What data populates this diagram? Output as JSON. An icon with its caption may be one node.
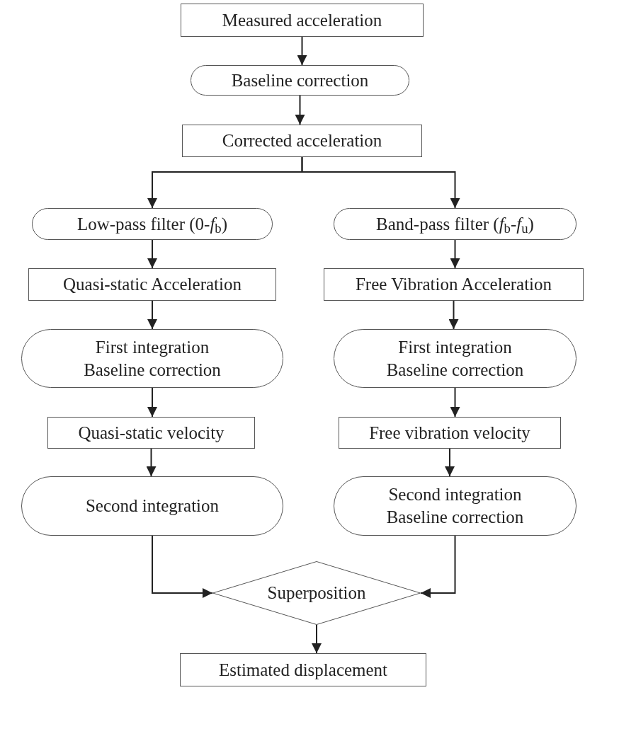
{
  "diagram": {
    "nodes": [
      {
        "text": [
          "Measured acceleration"
        ]
      },
      {
        "text": [
          "Baseline correction"
        ]
      },
      {
        "text": [
          "Corrected acceleration"
        ]
      },
      {
        "text": [
          "Low-pass filter (0-*f*$_{b}$)"
        ]
      },
      {
        "text": [
          "Band-pass filter (*f*$_{b}$-*f*$_{u}$)"
        ]
      },
      {
        "text": [
          "Quasi-static Acceleration"
        ]
      },
      {
        "text": [
          "Free Vibration Acceleration"
        ]
      },
      {
        "text": [
          "First integration",
          "Baseline correction"
        ]
      },
      {
        "text": [
          "First integration",
          "Baseline correction"
        ]
      },
      {
        "text": [
          "Quasi-static velocity"
        ]
      },
      {
        "text": [
          "Free vibration velocity"
        ]
      },
      {
        "text": [
          "Second integration"
        ]
      },
      {
        "text": [
          "Second integration",
          "Baseline correction"
        ]
      },
      {
        "text": [
          "Superposition"
        ]
      },
      {
        "text": [
          "Estimated displacement"
        ]
      }
    ],
    "edges": [
      {
        "from": 0,
        "to": 1,
        "arrow": "to"
      },
      {
        "from": 1,
        "to": 2,
        "arrow": "to"
      },
      {
        "from": 2,
        "to": 3,
        "arrow": "to"
      },
      {
        "from": 2,
        "to": 4,
        "arrow": "to"
      },
      {
        "from": 3,
        "to": 5,
        "arrow": "to"
      },
      {
        "from": 4,
        "to": 6,
        "arrow": "to"
      },
      {
        "from": 5,
        "to": 7,
        "arrow": "to"
      },
      {
        "from": 6,
        "to": 8,
        "arrow": "to"
      },
      {
        "from": 7,
        "to": 9,
        "arrow": "to"
      },
      {
        "from": 8,
        "to": 10,
        "arrow": "to"
      },
      {
        "from": 9,
        "to": 11,
        "arrow": "to"
      },
      {
        "from": 10,
        "to": 12,
        "arrow": "to"
      },
      {
        "from": 11,
        "to": 13,
        "arrow": "to"
      },
      {
        "from": 12,
        "to": 13,
        "arrow": "to"
      },
      {
        "from": 13,
        "to": 14,
        "arrow": "to"
      }
    ]
  }
}
